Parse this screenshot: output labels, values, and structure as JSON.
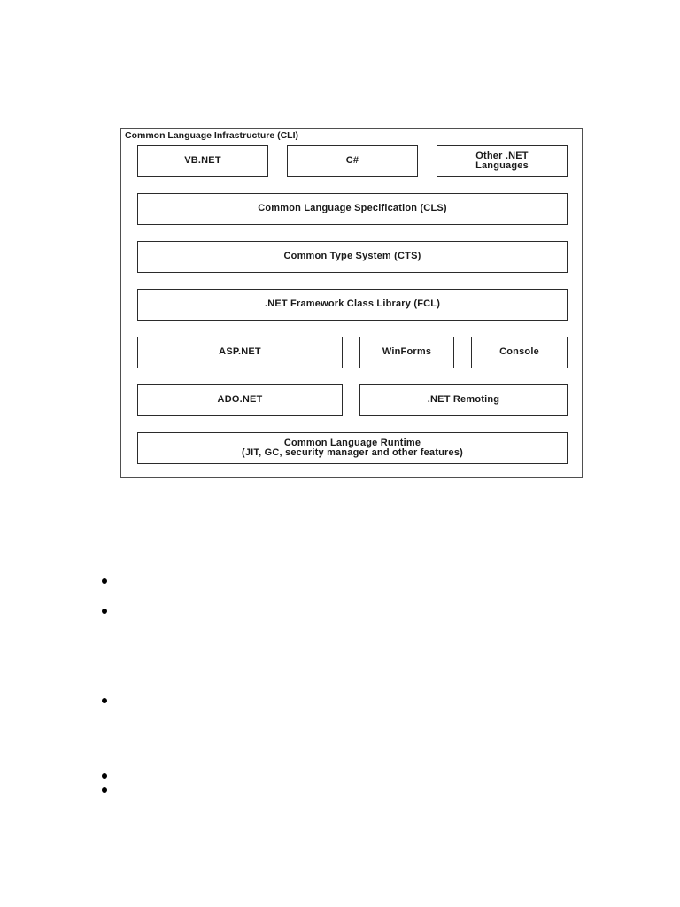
{
  "document": {
    "page_background": "#ffffff"
  },
  "diagram": {
    "title": "Common Language Infrastructure (CLI)",
    "colors": {
      "outer_border": "#4f4f4f",
      "box_border": "#2b2b2b",
      "text": "#1a1a1a"
    },
    "rows": [
      {
        "boxes": [
          {
            "label": "VB.NET"
          },
          {
            "label": "C#"
          },
          {
            "label": "Other .NET\nLanguages"
          }
        ]
      },
      {
        "boxes": [
          {
            "label": "Common Language Specification (CLS)"
          }
        ]
      },
      {
        "boxes": [
          {
            "label": "Common Type System (CTS)"
          }
        ]
      },
      {
        "boxes": [
          {
            "label": ".NET Framework Class Library (FCL)"
          }
        ]
      },
      {
        "boxes": [
          {
            "label": "ASP.NET"
          },
          {
            "label": "WinForms"
          },
          {
            "label": "Console"
          }
        ]
      },
      {
        "boxes": [
          {
            "label": "ADO.NET"
          },
          {
            "label": ".NET Remoting"
          }
        ]
      },
      {
        "boxes": [
          {
            "label": "Common Language Runtime\n(JIT, GC, security manager and other features)"
          }
        ]
      }
    ]
  },
  "bullet_list": {
    "count": 5,
    "items": [
      "",
      "",
      "",
      "",
      ""
    ],
    "marker_color": "#000000"
  }
}
